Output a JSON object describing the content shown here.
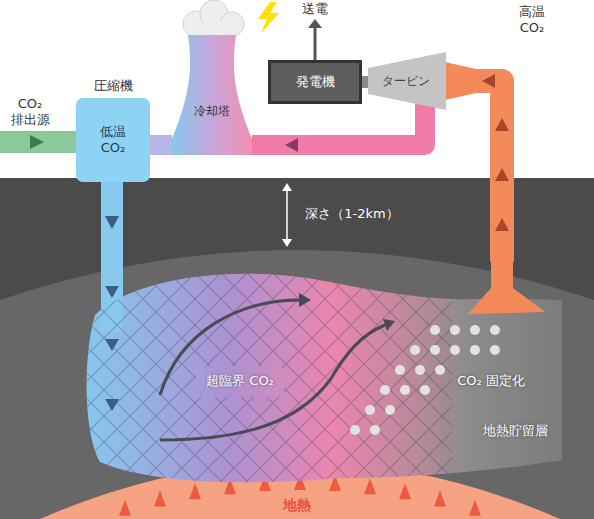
{
  "diagram": {
    "nodes": [
      {
        "text": [
          "圧縮機",
          "低温 CO₂"
        ]
      },
      {
        "text": [
          "冷却塔"
        ]
      },
      {
        "text": [
          "発電機"
        ]
      },
      {
        "text": [
          "タービン"
        ]
      },
      {
        "text": [
          "超臨界 CO₂",
          "CO₂ 固定化",
          "地熱貯留層"
        ]
      }
    ],
    "edges": [
      {
        "from": 0,
        "to": 4,
        "arrow": "to"
      },
      {
        "from": 4,
        "to": 3,
        "arrow": "to"
      },
      {
        "from": 3,
        "to": 1,
        "arrow": "to"
      },
      {
        "from": 1,
        "to": 0,
        "arrow": "none"
      }
    ],
    "labels": [
      "CO₂ 排出源",
      "送電",
      "高温 CO₂",
      "深さ（1-2km）",
      "地熱"
    ]
  }
}
